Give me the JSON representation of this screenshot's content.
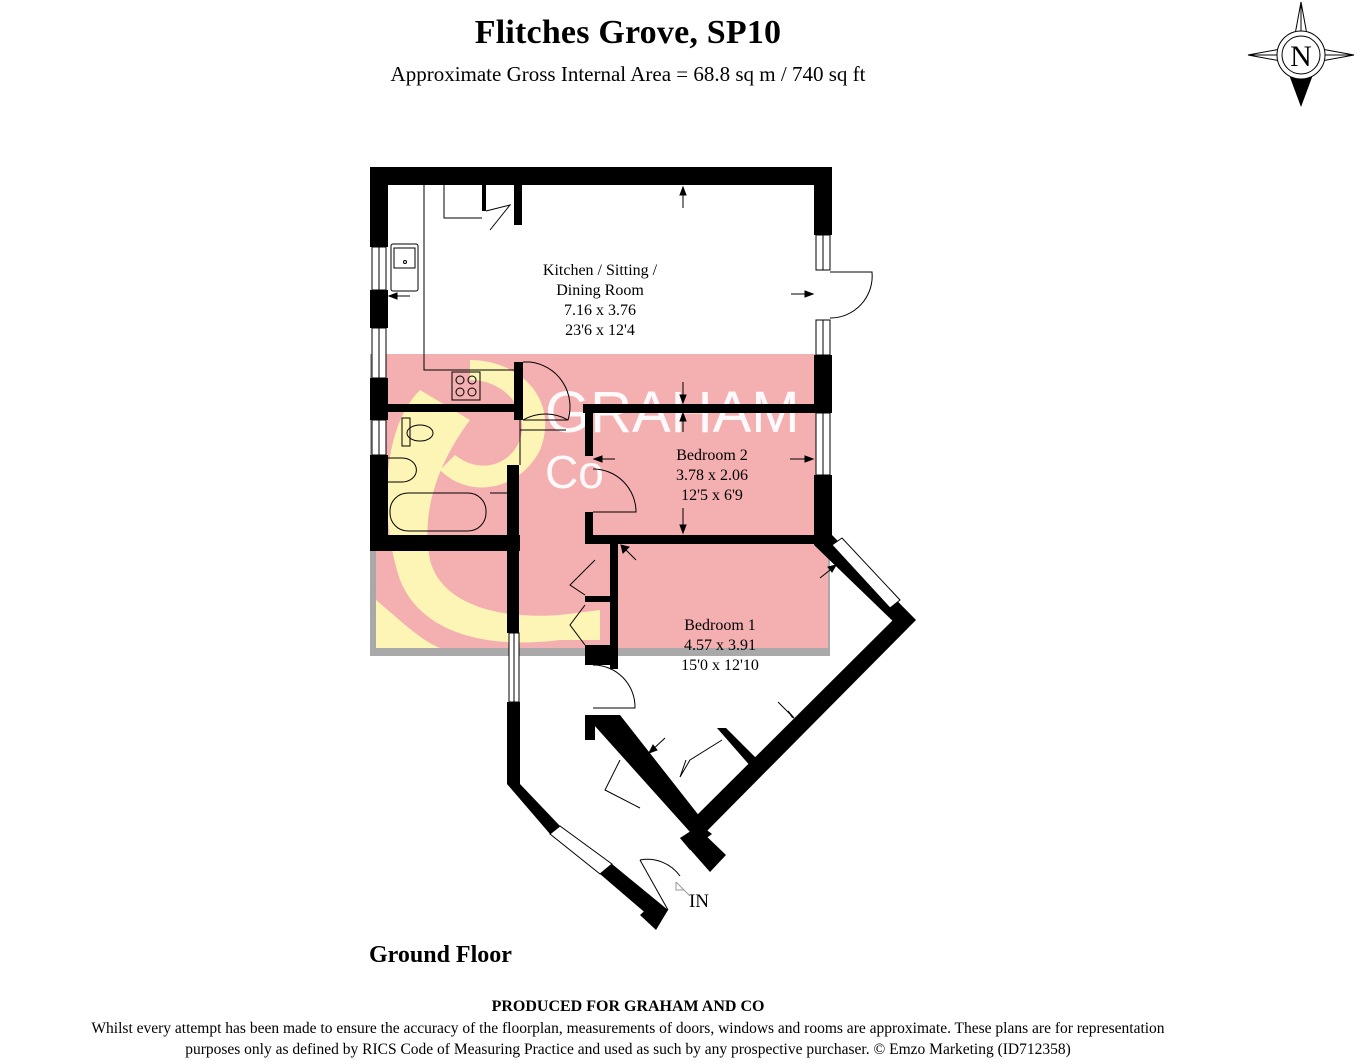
{
  "header": {
    "title": "Flitches Grove, SP10",
    "subtitle": "Approximate Gross Internal Area = 68.8 sq m / 740 sq ft"
  },
  "compass": {
    "letter": "N",
    "icon": "north-compass-icon"
  },
  "watermark": {
    "text_line1": "GRAHAM",
    "text_line2": "Co",
    "ampersand": "&",
    "colors": {
      "overlay": "#F4AFB1",
      "ampersand": "#FDF5B5",
      "border": "#A9A9A9",
      "text": "#FFFFFF"
    }
  },
  "rooms": [
    {
      "name": "Kitchen / Sitting /",
      "name2": "Dining Room",
      "metric": "7.16 x 3.76",
      "imperial": "23'6 x 12'4"
    },
    {
      "name": "Bedroom 2",
      "metric": "3.78 x 2.06",
      "imperial": "12'5 x 6'9"
    },
    {
      "name": "Bedroom 1",
      "metric": "4.57 x 3.91",
      "imperial": "15'0 x 12'10"
    }
  ],
  "entrance_label": "IN",
  "floor_label": "Ground Floor",
  "footer": {
    "produced": "PRODUCED FOR GRAHAM AND CO",
    "disclaimer_line1": "Whilst every attempt has been made to ensure the accuracy of the floorplan, measurements of doors, windows and rooms are approximate. These plans are for representation",
    "disclaimer_line2": "purposes only as defined by RICS Code of Measuring Practice and used as such by any prospective purchaser. © Emzo Marketing (ID712358)"
  }
}
